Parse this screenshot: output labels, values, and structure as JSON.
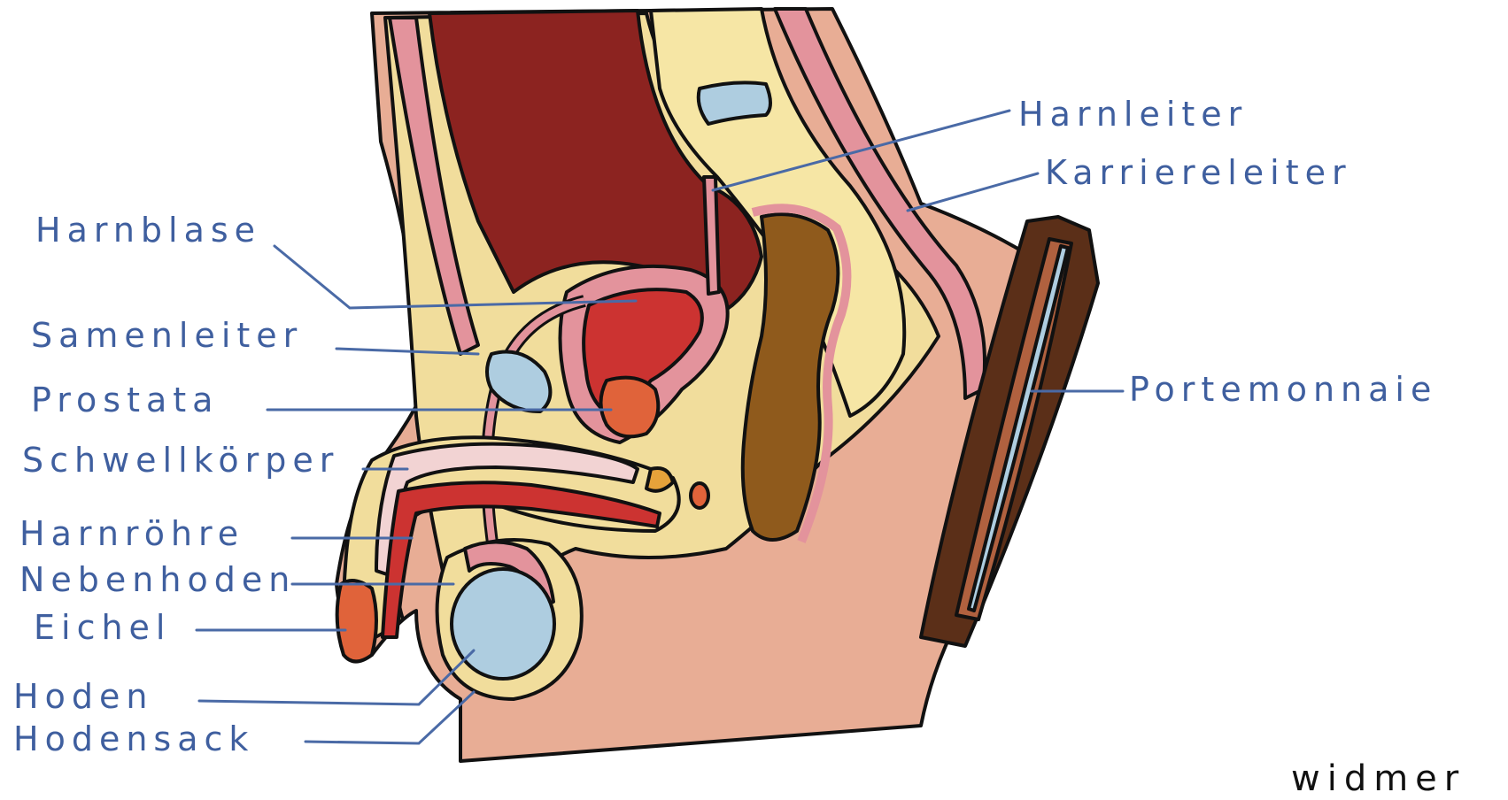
{
  "labels": {
    "harnleiter": "Harnleiter",
    "karriereleiter": "Karriereleiter",
    "harnblase": "Harnblase",
    "samenleiter": "Samenleiter",
    "prostata": "Prostata",
    "schwellkoerper": "Schwellkörper",
    "harnroehre": "Harnröhre",
    "nebenhoden": "Nebenhoden",
    "eichel": "Eichel",
    "portemonnaie": "Portemonnaie",
    "hoden": "Hoden",
    "hodensack": "Hodensack"
  },
  "signature": "widmer",
  "colors": {
    "label": "#3f5f9f",
    "skin": "#e8ad95",
    "fat": "#f1dd9c",
    "bone": "#f6e6a5",
    "disc": "#aecde0",
    "muscle": "#e3939c",
    "abdomen": "#8c2320",
    "bladder_inner": "#cc3331",
    "prostate": "#e0633a",
    "rectum": "#8f5a1c",
    "testis": "#aecde0",
    "wallet_dark": "#5b2f18",
    "wallet_mid": "#b0613f"
  }
}
